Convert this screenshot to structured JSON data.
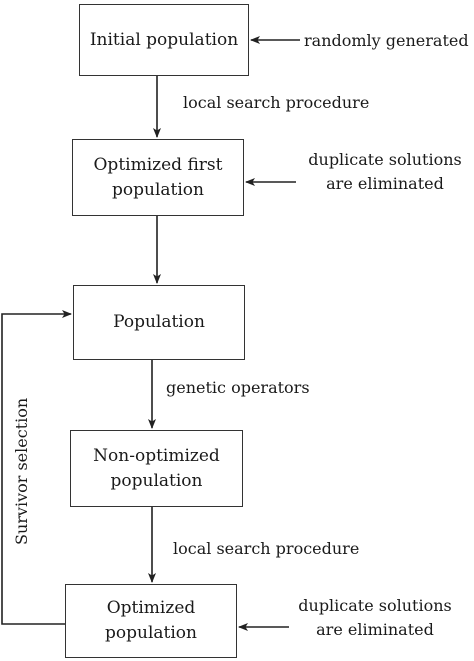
{
  "boxes": {
    "initial": "Initial population",
    "optimized_first": [
      "Optimized first",
      "population"
    ],
    "population": "Population",
    "non_optimized": [
      "Non-optimized",
      "population"
    ],
    "optimized": [
      "Optimized",
      "population"
    ]
  },
  "labels": {
    "randomly_generated": "randomly generated",
    "local_search_1": "local search procedure",
    "duplicates_1": [
      "duplicate solutions",
      "are eliminated"
    ],
    "genetic_operators": "genetic operators",
    "local_search_2": "local search procedure",
    "duplicates_2": [
      "duplicate solutions",
      "are eliminated"
    ],
    "survivor_selection": "Survivor selection"
  }
}
